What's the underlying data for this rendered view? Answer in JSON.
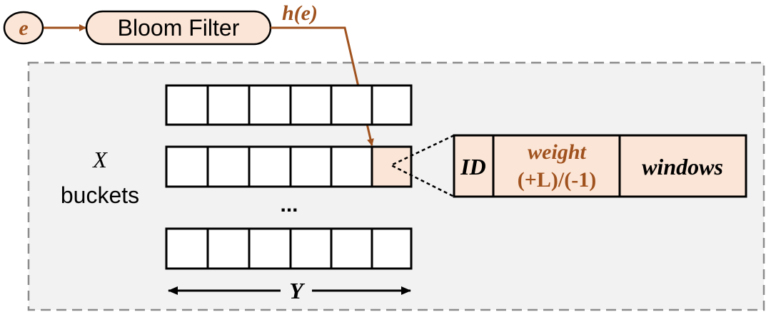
{
  "input": {
    "element_label": "e",
    "filter_label": "Bloom Filter",
    "hash_label": "h(e)"
  },
  "rows_label": {
    "var": "X",
    "word": "buckets"
  },
  "cols_label": {
    "var": "Y"
  },
  "ellipsis": "...",
  "cell_detail": {
    "id_label": "ID",
    "weight_label": "weight",
    "weight_update_label": "(+L)/(-1)",
    "windows_label": "windows"
  },
  "colors": {
    "accent": "#A0521E",
    "fill": "#FBE5D6",
    "panel_bg": "#F2F2F2",
    "panel_border": "#8C8C8C"
  }
}
